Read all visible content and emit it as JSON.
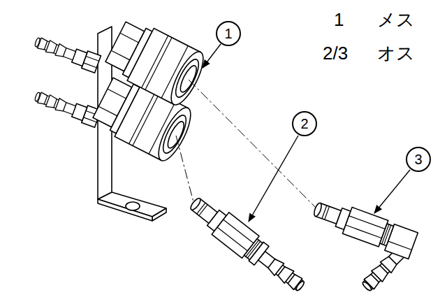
{
  "diagram": {
    "nodes": [
      {
        "text": [
          "1"
        ]
      },
      {
        "text": [
          "2"
        ]
      },
      {
        "text": [
          "3"
        ]
      }
    ],
    "labels": [
      "1",
      "メス",
      "2/3",
      "オス"
    ]
  }
}
